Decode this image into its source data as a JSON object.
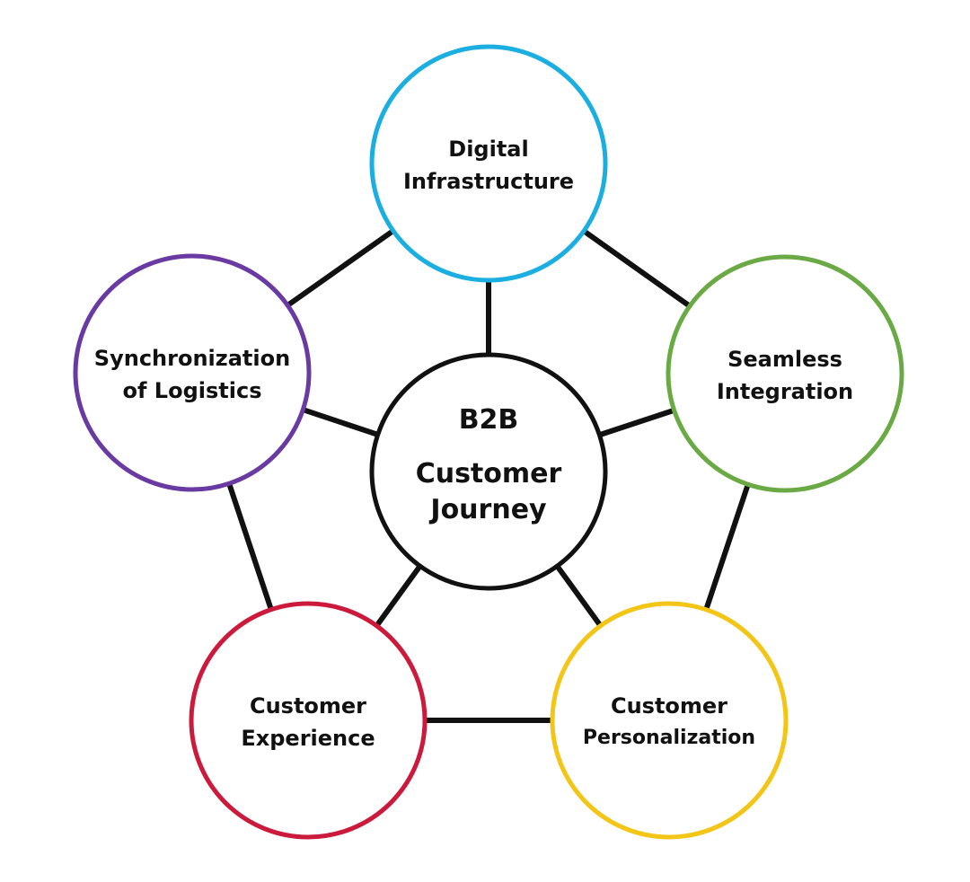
{
  "diagram": {
    "title": "B2B Customer Journey",
    "center": {
      "lines": [
        "B2B",
        "Customer",
        "Journey"
      ],
      "color": "#111111"
    },
    "nodes": [
      {
        "id": "digital-infrastructure",
        "lines": [
          "Digital",
          "Infrastructure"
        ],
        "color": "#1aafe0"
      },
      {
        "id": "seamless-integration",
        "lines": [
          "Seamless",
          "Integration"
        ],
        "color": "#6aaa44"
      },
      {
        "id": "customer-personalization",
        "lines": [
          "Customer",
          "Personalization"
        ],
        "color": "#f2c516"
      },
      {
        "id": "customer-experience",
        "lines": [
          "Customer",
          "Experience"
        ],
        "color": "#cc1a3c"
      },
      {
        "id": "synchronization-of-logistics",
        "lines": [
          "Synchronization",
          "of Logistics"
        ],
        "color": "#6a3aa3"
      }
    ],
    "edges": [
      [
        "center",
        "digital-infrastructure"
      ],
      [
        "center",
        "seamless-integration"
      ],
      [
        "center",
        "customer-personalization"
      ],
      [
        "center",
        "customer-experience"
      ],
      [
        "center",
        "synchronization-of-logistics"
      ],
      [
        "digital-infrastructure",
        "seamless-integration"
      ],
      [
        "seamless-integration",
        "customer-personalization"
      ],
      [
        "customer-personalization",
        "customer-experience"
      ],
      [
        "customer-experience",
        "synchronization-of-logistics"
      ],
      [
        "synchronization-of-logistics",
        "digital-infrastructure"
      ]
    ],
    "edge_color": "#111111"
  }
}
